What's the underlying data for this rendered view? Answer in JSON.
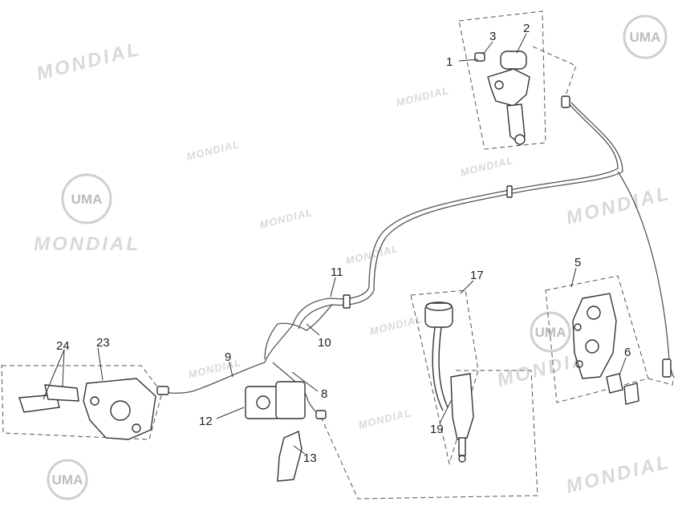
{
  "watermarks": {
    "brand": "MONDIAL",
    "logo": "UMA"
  },
  "callouts": [
    "1",
    "2",
    "3",
    "5",
    "6",
    "8",
    "9",
    "10",
    "11",
    "12",
    "13",
    "17",
    "19",
    "23",
    "24"
  ]
}
